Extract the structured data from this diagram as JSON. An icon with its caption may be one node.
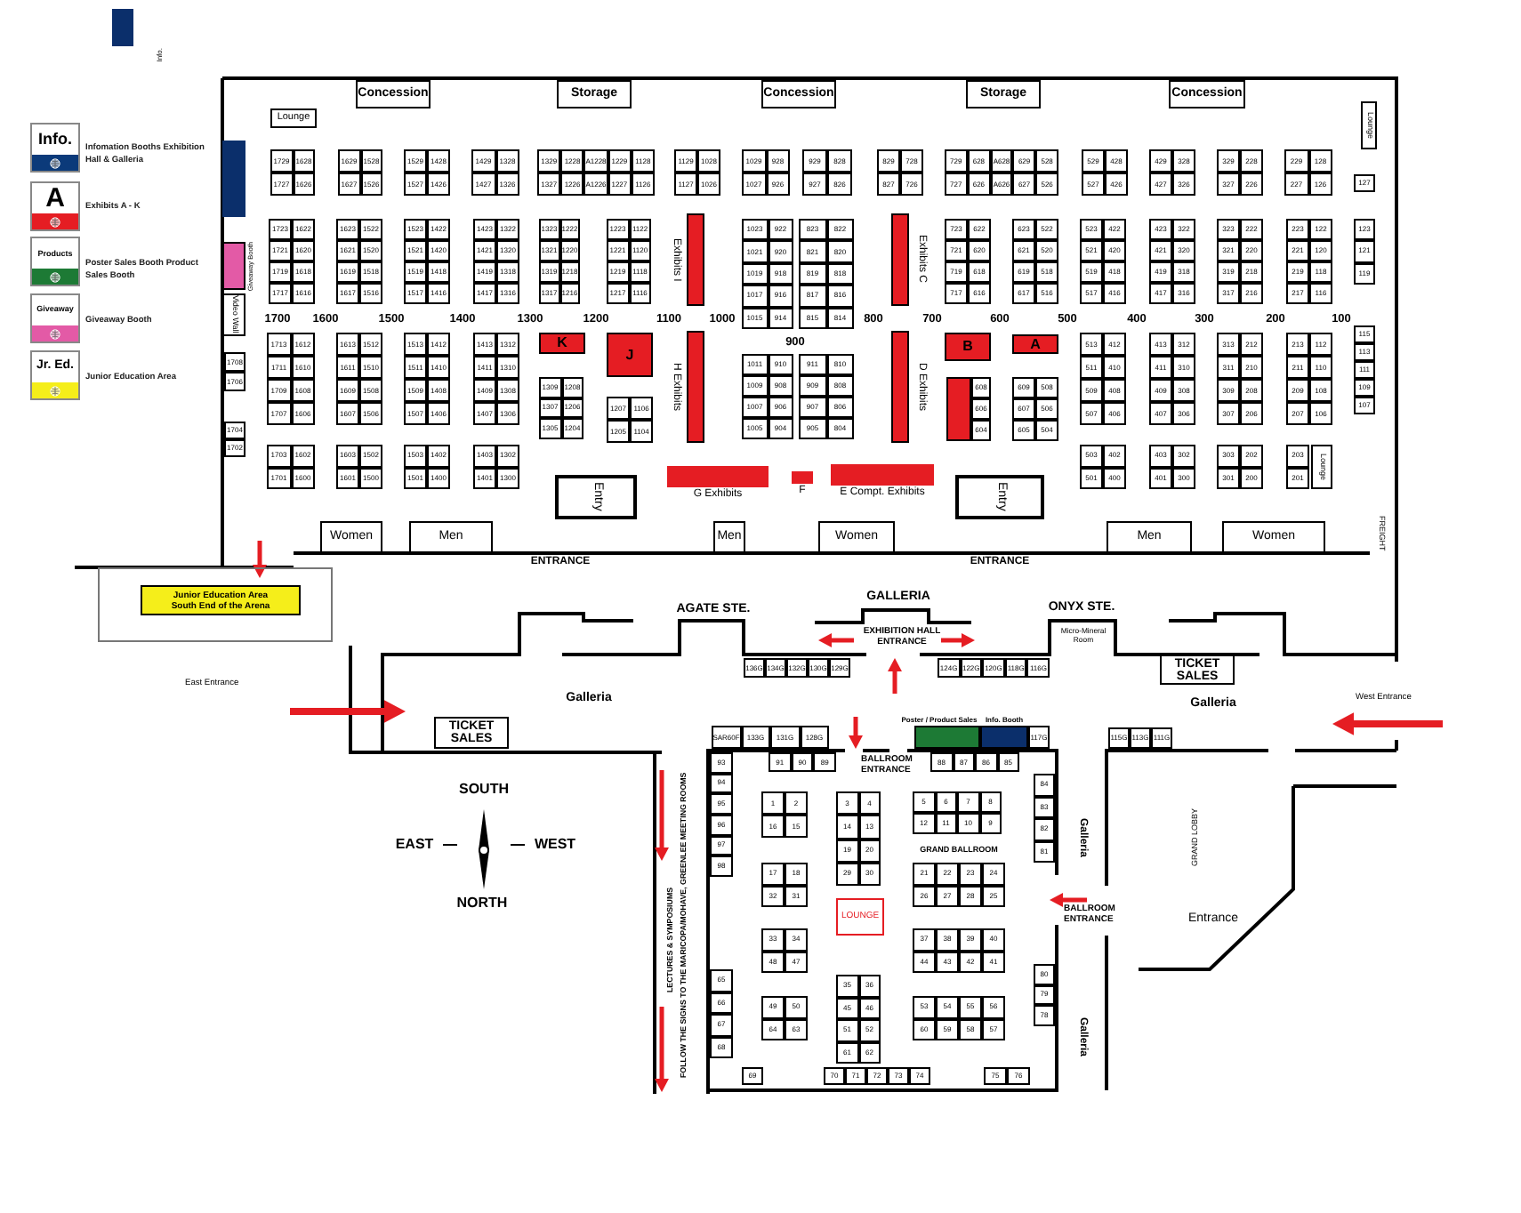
{
  "diagram": {
    "nodes": [
      {
        "text": [],
        "shape": "box",
        "beside": [
          "Info."
        ]
      },
      {
        "text": [
          "Concession"
        ]
      },
      {
        "text": [
          "Storage"
        ]
      },
      {
        "text": [
          "Concession"
        ]
      },
      {
        "text": [
          "Storage"
        ]
      },
      {
        "text": [
          "Concession"
        ]
      },
      {
        "text": [
          "Lounge"
        ]
      },
      {
        "text": [
          "Lounge"
        ]
      },
      {
        "text": [],
        "shape": "box"
      },
      {
        "text": [
          "Giveaway Booth"
        ]
      },
      {
        "text": [
          "Video Wall"
        ]
      },
      {
        "text": [
          "Exhibits I"
        ]
      },
      {
        "text": [
          "Exhibits C"
        ]
      },
      {
        "text": [
          "K"
        ]
      },
      {
        "text": [
          "J"
        ]
      },
      {
        "text": [
          "H Exhibits"
        ]
      },
      {
        "text": [
          "D Exhibits"
        ]
      },
      {
        "text": [
          "B"
        ]
      },
      {
        "text": [
          "A"
        ]
      },
      {
        "text": [],
        "shape": "box"
      },
      {
        "text": [
          "G Exhibits"
        ]
      },
      {
        "text": [
          "F"
        ]
      },
      {
        "text": [
          "E Compt. Exhibits"
        ]
      },
      {
        "text": [
          "Lounge"
        ]
      },
      {
        "text": [
          "Entry"
        ]
      },
      {
        "text": [
          "Entry"
        ]
      },
      {
        "text": [
          "Women"
        ]
      },
      {
        "text": [
          "Men"
        ]
      },
      {
        "text": [
          "Men"
        ]
      },
      {
        "text": [
          "Women"
        ]
      },
      {
        "text": [
          "Men"
        ]
      },
      {
        "text": [
          "Women"
        ]
      },
      {
        "text": [],
        "shape": "box"
      },
      {
        "text": [
          "Junior Education Area",
          "South End of the Arena"
        ],
        "in": 32
      },
      {
        "text": [
          "TICKET SALES"
        ]
      },
      {
        "text": [
          "TICKET SALES"
        ]
      },
      {
        "text": [
          "Poster / Product Sales"
        ]
      },
      {
        "text": [
          "Info. Booth"
        ]
      },
      {
        "text": [
          "LOUNGE"
        ]
      }
    ],
    "labels": [
      "1729",
      "1628",
      "1727",
      "1626",
      "1629",
      "1528",
      "1627",
      "1526",
      "1529",
      "1428",
      "1527",
      "1426",
      "1429",
      "1328",
      "1427",
      "1326",
      "1329",
      "1228",
      "A1228",
      "1229",
      "1128",
      "1327",
      "1226",
      "A1226",
      "1227",
      "1126",
      "1129",
      "1028",
      "1127",
      "1026",
      "1029",
      "928",
      "1027",
      "926",
      "929",
      "828",
      "927",
      "826",
      "829",
      "728",
      "827",
      "726",
      "729",
      "628",
      "A628",
      "629",
      "528",
      "727",
      "626",
      "A626",
      "627",
      "526",
      "529",
      "428",
      "527",
      "426",
      "429",
      "328",
      "427",
      "326",
      "329",
      "228",
      "327",
      "226",
      "229",
      "128",
      "227",
      "126",
      "127",
      "1723",
      "1622",
      "1721",
      "1620",
      "1719",
      "1618",
      "1717",
      "1616",
      "1623",
      "1522",
      "1621",
      "1520",
      "1619",
      "1518",
      "1617",
      "1516",
      "1523",
      "1422",
      "1521",
      "1420",
      "1519",
      "1418",
      "1517",
      "1416",
      "1423",
      "1322",
      "1421",
      "1320",
      "1419",
      "1318",
      "1417",
      "1316",
      "1323",
      "1222",
      "1321",
      "1220",
      "1319",
      "1218",
      "1317",
      "1216",
      "1223",
      "1122",
      "1221",
      "1120",
      "1219",
      "1118",
      "1217",
      "1116",
      "1023",
      "922",
      "1021",
      "920",
      "1019",
      "918",
      "1017",
      "916",
      "1015",
      "914",
      "823",
      "822",
      "821",
      "820",
      "819",
      "818",
      "817",
      "816",
      "815",
      "814",
      "723",
      "622",
      "721",
      "620",
      "719",
      "618",
      "717",
      "616",
      "623",
      "522",
      "621",
      "520",
      "619",
      "518",
      "617",
      "516",
      "523",
      "422",
      "521",
      "420",
      "519",
      "418",
      "517",
      "416",
      "423",
      "322",
      "421",
      "320",
      "419",
      "318",
      "417",
      "316",
      "323",
      "222",
      "321",
      "220",
      "319",
      "218",
      "317",
      "216",
      "223",
      "122",
      "221",
      "120",
      "219",
      "118",
      "217",
      "116",
      "123",
      "121",
      "119",
      "1713",
      "1612",
      "1711",
      "1610",
      "1709",
      "1608",
      "1707",
      "1606",
      "1613",
      "1512",
      "1611",
      "1510",
      "1609",
      "1508",
      "1607",
      "1506",
      "1513",
      "1412",
      "1511",
      "1410",
      "1509",
      "1408",
      "1507",
      "1406",
      "1413",
      "1312",
      "1411",
      "1310",
      "1409",
      "1308",
      "1407",
      "1306",
      "1309",
      "1208",
      "1307",
      "1206",
      "1305",
      "1204",
      "1207",
      "1106",
      "1205",
      "1104",
      "1011",
      "910",
      "1009",
      "908",
      "1007",
      "906",
      "1005",
      "904",
      "911",
      "810",
      "909",
      "808",
      "907",
      "806",
      "905",
      "804",
      "608",
      "606",
      "604",
      "609",
      "508",
      "607",
      "506",
      "605",
      "504",
      "513",
      "412",
      "511",
      "410",
      "509",
      "408",
      "507",
      "406",
      "413",
      "312",
      "411",
      "310",
      "409",
      "308",
      "407",
      "306",
      "313",
      "212",
      "311",
      "210",
      "309",
      "208",
      "307",
      "206",
      "213",
      "112",
      "211",
      "110",
      "209",
      "108",
      "207",
      "106",
      "115",
      "113",
      "111",
      "109",
      "107",
      "1708",
      "1706",
      "1704",
      "1702",
      "1703",
      "1602",
      "1701",
      "1600",
      "1603",
      "1502",
      "1601",
      "1500",
      "1503",
      "1402",
      "1501",
      "1400",
      "1403",
      "1302",
      "1401",
      "1300",
      "503",
      "402",
      "501",
      "400",
      "403",
      "302",
      "401",
      "300",
      "303",
      "202",
      "301",
      "200",
      "203",
      "201",
      "136G",
      "134G",
      "132G",
      "130G",
      "129G",
      "124G",
      "122G",
      "120G",
      "118G",
      "116G",
      "SAR60F",
      "133G",
      "131G",
      "128G",
      "117G",
      "115G",
      "113G",
      "111G",
      "93",
      "94",
      "95",
      "96",
      "97",
      "98",
      "91",
      "90",
      "89",
      "88",
      "87",
      "86",
      "85",
      "1",
      "2",
      "16",
      "15",
      "3",
      "4",
      "14",
      "13",
      "19",
      "20",
      "29",
      "30",
      "5",
      "6",
      "7",
      "8",
      "12",
      "11",
      "10",
      "9",
      "17",
      "18",
      "32",
      "31",
      "21",
      "22",
      "23",
      "24",
      "26",
      "27",
      "28",
      "25",
      "33",
      "34",
      "48",
      "47",
      "37",
      "38",
      "39",
      "40",
      "44",
      "43",
      "42",
      "41",
      "35",
      "36",
      "45",
      "46",
      "51",
      "52",
      "61",
      "62",
      "49",
      "50",
      "64",
      "63",
      "53",
      "54",
      "55",
      "56",
      "60",
      "59",
      "58",
      "57",
      "84",
      "83",
      "82",
      "81",
      "80",
      "79",
      "78",
      "65",
      "66",
      "67",
      "68",
      "69",
      "70",
      "71",
      "72",
      "73",
      "74",
      "75",
      "76",
      "Info.",
      "A",
      "Products",
      "Giveaway",
      "Jr. Ed.",
      "1700",
      "1600",
      "1500",
      "1400",
      "1300",
      "1200",
      "1100",
      "1000",
      "900",
      "800",
      "700",
      "600",
      "500",
      "400",
      "300",
      "200",
      "100",
      "ENTRANCE",
      "ENTRANCE",
      "FREIGHT",
      "AGATE STE.",
      "GALLERIA",
      "ONYX STE.",
      "EXHIBITION HALL ENTRANCE",
      "Micro-Mineral Room",
      "Galleria",
      "Galleria",
      "East Entrance",
      "West Entrance",
      "BALLROOM ENTRANCE",
      "GRAND BALLROOM",
      "Galleria",
      "Galleria",
      "BALLROOM ENTRANCE",
      "GRAND LOBBY",
      "Entrance",
      "LECTURES & SYMPOSIUMS",
      "FOLLOW THE SIGNS TO THE MARICOPA/MOHAVE, GREENLEE MEETING ROOMS",
      "SOUTH",
      "EAST",
      "WEST",
      "NORTH"
    ],
    "legend": [
      {
        "text": "Infomation Booths Exhibition Hall & Galleria",
        "color": "#0b3a7a"
      },
      {
        "text": "Exhibits A - K",
        "color": "#e51d23"
      },
      {
        "text": "Poster Sales Booth Product Sales Booth",
        "color": "#1d7a35"
      },
      {
        "text": "Giveaway Booth",
        "color": "#e35aa6"
      },
      {
        "text": "Junior Education Area",
        "color": "#f5ee1a"
      }
    ]
  }
}
